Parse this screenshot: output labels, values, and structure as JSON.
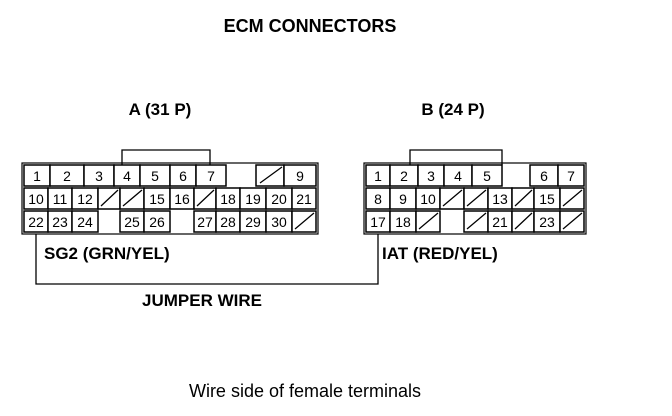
{
  "title": "ECM CONNECTORS",
  "connector_a": {
    "label": "A (31 P)",
    "rows": [
      [
        "1",
        "2",
        "3",
        "4",
        "5",
        "6",
        "7",
        "",
        "/",
        "9"
      ],
      [
        "10",
        "11",
        "12",
        "/",
        "/",
        "15",
        "16",
        "/",
        "18",
        "19",
        "20",
        "21"
      ],
      [
        "22",
        "23",
        "24",
        "",
        "25",
        "26",
        "",
        "27",
        "28",
        "29",
        "30",
        "/"
      ]
    ]
  },
  "connector_b": {
    "label": "B (24 P)",
    "rows": [
      [
        "1",
        "2",
        "3",
        "4",
        "5",
        "",
        "6",
        "7"
      ],
      [
        "8",
        "9",
        "10",
        "/",
        "/",
        "13",
        "/",
        "15",
        "/"
      ],
      [
        "17",
        "18",
        "/",
        "",
        "/",
        "21",
        "/",
        "23",
        "/"
      ]
    ]
  },
  "labels": {
    "sg2": "SG2 (GRN/YEL)",
    "iat": "IAT (RED/YEL)",
    "jumper": "JUMPER WIRE",
    "caption": "Wire side of female terminals"
  }
}
